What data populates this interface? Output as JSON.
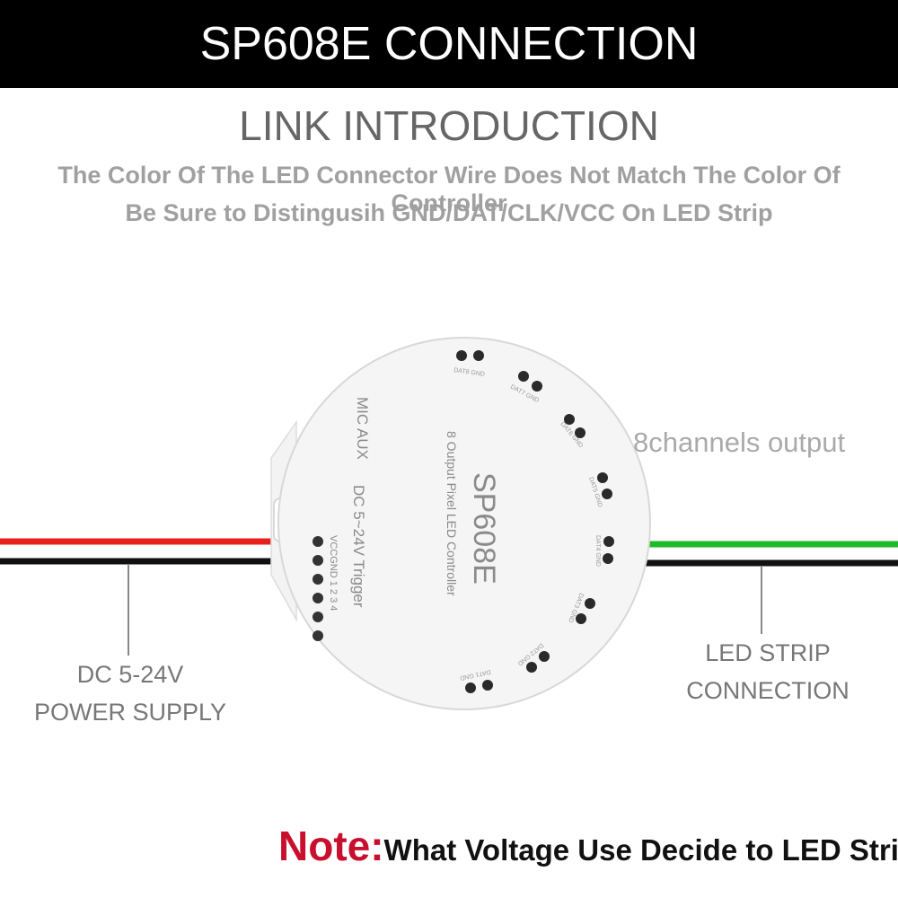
{
  "header": {
    "title": "SP608E CONNECTION"
  },
  "section": {
    "title": "LINK INTRODUCTION",
    "line1": "The Color Of The LED Connector Wire Does Not Match The Color Of Controller",
    "line2": "Be Sure to Distingusih GND/DAT/CLK/VCC On LED Strip"
  },
  "device": {
    "model": "SP608E",
    "subtitle": "8 Output Pixel LED Controller",
    "input_label": "DC 5~24V Trigger",
    "aux_label": "MIC AUX",
    "terminal_label": "VCCGND 1  2  3  4",
    "ports": [
      "DAT8 GND",
      "DAT7 GND",
      "DAT6 GND",
      "DAT5 GND",
      "DAT4 GND",
      "DAT3 GND",
      "DAT2 GND",
      "DAT1 GND"
    ]
  },
  "labels": {
    "output": "8channels output",
    "power_line1": "DC 5-24V",
    "power_line2": "POWER SUPPLY",
    "strip_line1": "LED STRIP",
    "strip_line2": "CONNECTION"
  },
  "note": {
    "key": "Note:",
    "text": "What Voltage Use Decide to LED Strip"
  },
  "colors": {
    "red_wire": "#e8201c",
    "black_wire": "#111111",
    "green_wire": "#1dbb2a",
    "header_bg": "#000000",
    "note_key": "#c8102e"
  }
}
